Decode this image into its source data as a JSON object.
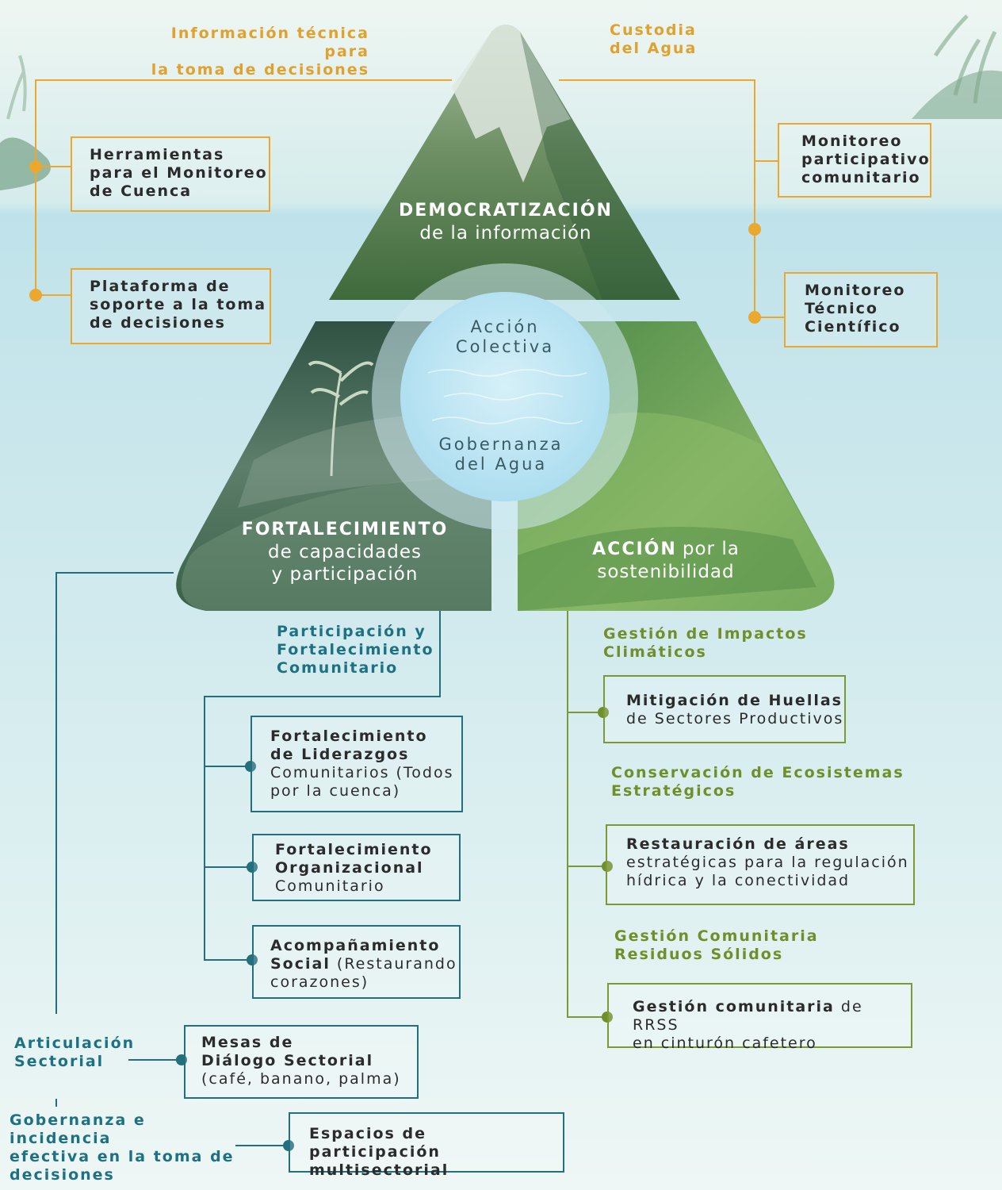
{
  "colors": {
    "orange": "#eaa82e",
    "teal": "#236f7d",
    "green": "#7b9a36",
    "mountain_green": "#4f7a4a",
    "water_center": "#bfe6f4"
  },
  "center": {
    "line1": "Acción",
    "line2": "Colectiva",
    "line3": "Gobernanza",
    "line4": "del Agua"
  },
  "top_triangle": {
    "title": "DEMOCRATIZACIÓN",
    "subtitle": "de la información"
  },
  "left_triangle": {
    "title": "FORTALECIMIENTO",
    "subtitle1": "de capacidades",
    "subtitle2": "y participación"
  },
  "right_triangle": {
    "title": "ACCIÓN",
    "title_rest": "por la",
    "subtitle": "sostenibilidad"
  },
  "democratizacion": {
    "left_heading": [
      "Información técnica para",
      "la toma de decisiones"
    ],
    "left_boxes": [
      {
        "lines": [
          "Herramientas",
          "para el Monitoreo",
          "de Cuenca"
        ]
      },
      {
        "lines": [
          "Plataforma de",
          "soporte a la toma",
          "de decisiones"
        ]
      }
    ],
    "right_heading": [
      "Custodia",
      "del Agua"
    ],
    "right_boxes": [
      {
        "lines": [
          "Monitoreo",
          "participativo",
          "comunitario"
        ]
      },
      {
        "lines": [
          "Monitoreo",
          "Técnico",
          "Científico"
        ]
      }
    ]
  },
  "fortalecimiento": {
    "heading": [
      "Participación y",
      "Fortalecimiento",
      "Comunitario"
    ],
    "boxes": [
      {
        "bold": [
          "Fortalecimiento",
          "de Liderazgos"
        ],
        "normal": [
          "Comunitarios (Todos",
          "por la cuenca)"
        ]
      },
      {
        "bold": [
          "Fortalecimiento",
          "Organizacional"
        ],
        "normal": [
          "Comunitario"
        ]
      },
      {
        "bold": [
          "Acompañamiento"
        ],
        "bold_inline": "Social",
        "inline_rest": "(Restaurando",
        "normal": [
          "corazones)"
        ]
      }
    ],
    "articulacion": [
      "Articulación",
      "Sectorial"
    ],
    "mesas": {
      "bold": [
        "Mesas de",
        "Diálogo Sectorial"
      ],
      "normal": [
        "(café, banano, palma)"
      ]
    },
    "gobernanza": [
      "Gobernanza e incidencia",
      "efectiva en la toma de",
      "decisiones"
    ],
    "espacios": {
      "bold": [
        "Espacios de participación",
        "multisectorial"
      ]
    }
  },
  "accion": {
    "headings": [
      [
        "Gestión de Impactos",
        "Climáticos"
      ],
      [
        "Conservación de Ecosistemas",
        "Estratégicos"
      ],
      [
        "Gestión Comunitaria",
        "Residuos Sólidos"
      ]
    ],
    "boxes": [
      {
        "bold": "Mitigación de Huellas",
        "normal": [
          "de Sectores Productivos"
        ]
      },
      {
        "bold": "Restauración de áreas",
        "normal": [
          "estratégicas para la regulación",
          "hídrica y la conectividad"
        ]
      },
      {
        "bold": "Gestión comunitaria",
        "inline_rest": "de RRSS",
        "normal": [
          "en cinturón cafetero"
        ]
      }
    ]
  }
}
